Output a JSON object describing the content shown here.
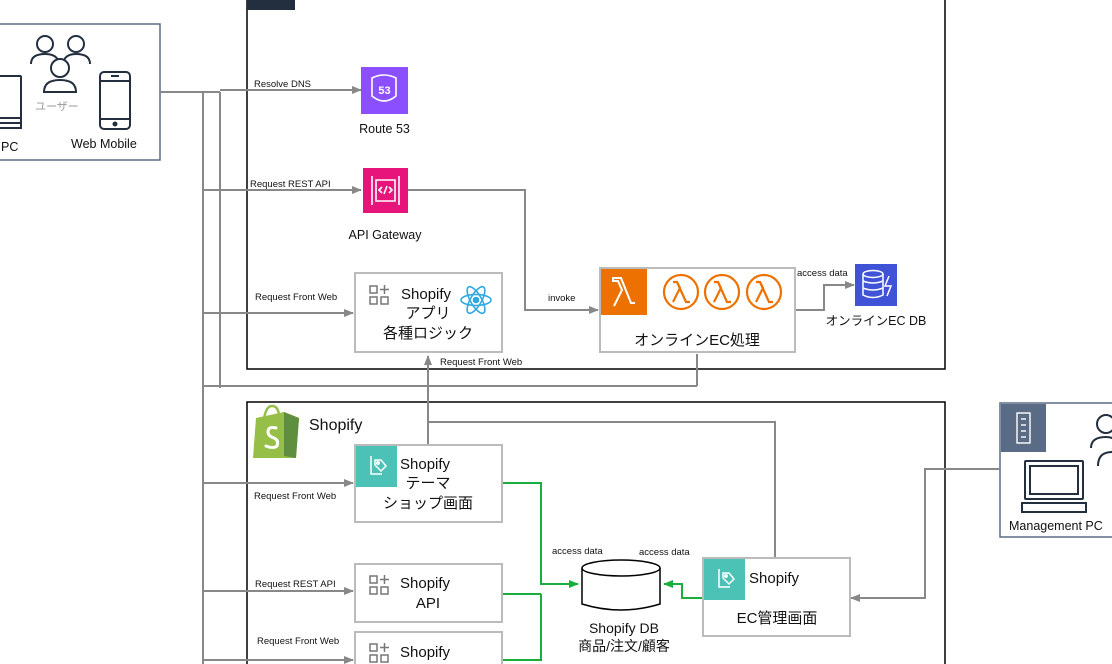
{
  "users": {
    "group_label": "ユーザー",
    "pc_label": "PC",
    "mobile_label": "Web Mobile"
  },
  "aws": {
    "route53": {
      "badge": "53",
      "label": "Route 53",
      "edge_label": "Resolve DNS"
    },
    "api_gateway": {
      "label": "API Gateway",
      "edge_label": "Request REST API"
    },
    "shopify_app": {
      "line1": "Shopify",
      "line2": "アプリ",
      "line3": "各種ロジック",
      "edge_label": "Request Front Web"
    },
    "online_ec": {
      "label": "オンラインEC処理",
      "invoke_label": "invoke",
      "access_label": "access data"
    },
    "online_db": {
      "label": "オンラインEC DB"
    },
    "return_edge_label": "Request Front Web"
  },
  "shopify": {
    "title": "Shopify",
    "theme": {
      "line1": "Shopify",
      "line2": "テーマ",
      "line3": "ショップ画面",
      "edge_label": "Request Front Web"
    },
    "api": {
      "line1": "Shopify",
      "line2": "API",
      "edge_label": "Request REST API"
    },
    "third": {
      "line1": "Shopify",
      "edge_label": "Request Front Web"
    },
    "db": {
      "line1": "Shopify DB",
      "line2": "商品/注文/顧客",
      "access_left": "access data",
      "access_right": "access data"
    },
    "admin": {
      "line1": "Shopify",
      "line2": "EC管理画面"
    }
  },
  "management": {
    "label": "Management PC"
  },
  "colors": {
    "route53": "#8C4FFF",
    "api_gateway": "#E7157B",
    "lambda": "#ED7100",
    "dynamodb": "#4053D6",
    "shopify_green": "#95BF47",
    "shopify_teal": "#4CC2B7",
    "arrow_gray": "#888888",
    "arrow_green": "#1AAE3F",
    "box_border": "#BBBBBB",
    "dark": "#232F3E"
  }
}
